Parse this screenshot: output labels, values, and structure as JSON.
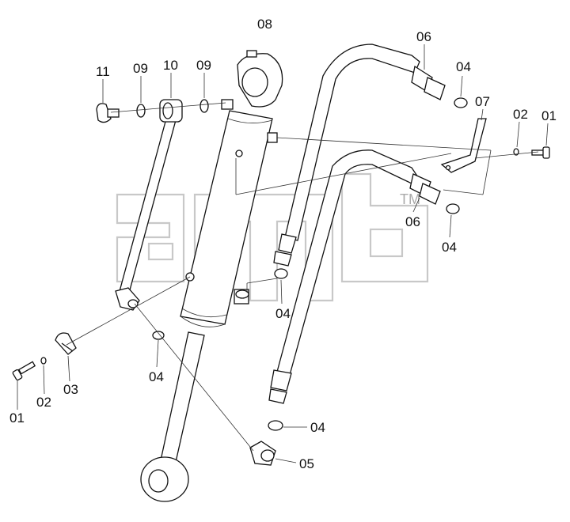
{
  "diagram": {
    "callouts": {
      "c08": "08",
      "c11": "11",
      "c09a": "09",
      "c10": "10",
      "c09b": "09",
      "c06a": "06",
      "c04a": "04",
      "c07": "07",
      "c02a": "02",
      "c01a": "01",
      "c06b": "06",
      "c04b": "04",
      "c04c": "04",
      "c04d": "04",
      "c01b": "01",
      "c02b": "02",
      "c03": "03",
      "c04e": "04",
      "c05": "05"
    },
    "watermark": {
      "logo": "amb",
      "trademark": "TM"
    }
  }
}
